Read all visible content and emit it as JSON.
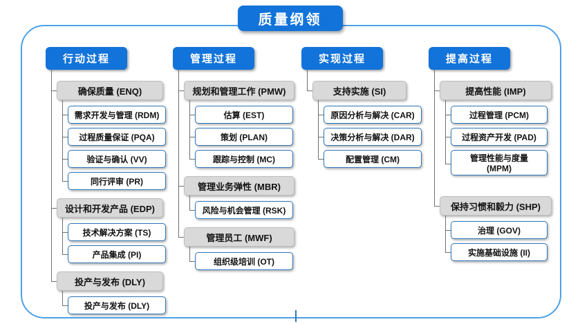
{
  "title": "质量纲领",
  "columns": [
    {
      "header": "行动过程",
      "groups": [
        {
          "label": "确保质量 (ENQ)",
          "children": [
            "需求开发与管理 (RDM)",
            "过程质量保证 (PQA)",
            "验证与确认 (VV)",
            "同行评审 (PR)"
          ]
        },
        {
          "label": "设计和开发产品 (EDP)",
          "children": [
            "技术解决方案 (TS)",
            "产品集成 (PI)"
          ]
        },
        {
          "label": "投产与发布 (DLY)",
          "children": [
            "投产与发布 (DLY)"
          ]
        }
      ]
    },
    {
      "header": "管理过程",
      "groups": [
        {
          "label": "规划和管理工作 (PMW)",
          "children": [
            "估算 (EST)",
            "策划 (PLAN)",
            "跟踪与控制 (MC)"
          ]
        },
        {
          "label": "管理业务弹性 (MBR)",
          "children": [
            "风险与机会管理 (RSK)"
          ]
        },
        {
          "label": "管理员工 (MWF)",
          "children": [
            "组织级培训 (OT)"
          ]
        }
      ]
    },
    {
      "header": "实现过程",
      "groups": [
        {
          "label": "支持实施 (SI)",
          "children": [
            "原因分析与解决 (CAR)",
            "决策分析与解决 (DAR)",
            "配置管理 (CM)"
          ]
        }
      ]
    },
    {
      "header": "提高过程",
      "groups": [
        {
          "label": "提高性能 (IMP)",
          "children": [
            "过程管理 (PCM)",
            "过程资产开发 (PAD)",
            "管理性能与度量\n(MPM)"
          ]
        },
        {
          "label": "保持习惯和毅力 (SHP)",
          "children": [
            "治理 (GOV)",
            "实施基础设施 (II)"
          ]
        }
      ]
    }
  ],
  "colors": {
    "blue": "#1273DA",
    "frame_border": "#4BA0E8",
    "box_border": "#2E75B6",
    "gray_fill": "#D9D9D9",
    "line": "#6F6F6F"
  }
}
